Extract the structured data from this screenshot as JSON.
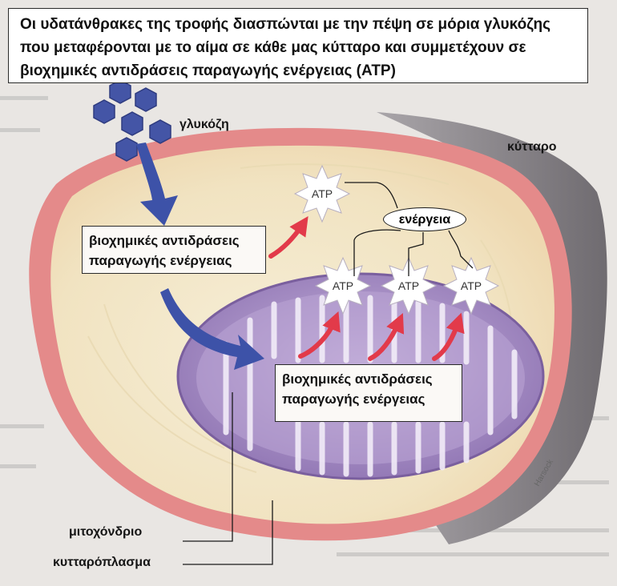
{
  "caption": {
    "line1": "Οι υδατάνθρακες της τροφής διασπώνται με την πέψη σε μόρια γλυκόζης",
    "line2": "που μεταφέρονται με το αίμα σε κάθε μας κύτταρο και συμμετέχουν σε",
    "line3": "βιοχημικές αντιδράσεις παραγωγής ενέργειας (ATP)"
  },
  "labels": {
    "glucose": "γλυκόζη",
    "cell": "κύτταρο",
    "energy": "ενέργεια",
    "mitochondrion": "μιτοχόνδριο",
    "cytoplasm": "κυτταρόπλασμα",
    "atp": "ATP",
    "artist_signature": "Harsock"
  },
  "reaction_box_cytoplasm": {
    "line1": "βιοχημικές αντιδράσεις",
    "line2": "παραγωγής ενέργειας"
  },
  "reaction_box_mitochondrion": {
    "line1": "βιοχημικές αντιδράσεις",
    "line2": "παραγωγής ενέργειας"
  },
  "colors": {
    "cell_membrane": "#e48a8a",
    "cytoplasm": "#f3e8c9",
    "cell_shadow": "#8f8b8f",
    "mitochondrion": "#a78ec2",
    "glucose": "#4455a6",
    "arrow_blue": "#3d52a8",
    "arrow_red": "#e23a4a"
  }
}
